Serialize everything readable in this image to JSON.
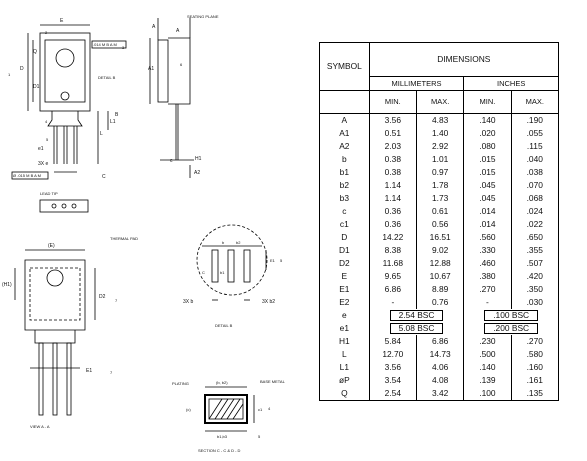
{
  "drawing": {
    "top_view": {
      "seating_plane": "SEATING PLANE",
      "detail_b_callout": "DETAIL B",
      "lead_tip_label": "LEAD TIP",
      "datum_a": "A",
      "datum_b": "B",
      "datum_c": "C",
      "label_q": "Q",
      "label_d": "D",
      "label_d1": "D1",
      "label_e": "E",
      "label_l": "L",
      "label_l1": "L1",
      "label_h1": "H1",
      "label_a": "A",
      "label_a1": "A1",
      "label_a2": "A2",
      "label_c": "c",
      "label_e1": "e1",
      "label_3xe": "3X e",
      "tol_1": "Ø .015 M B A M",
      "tol_2": ".014 M B A M",
      "flag_1": "1",
      "flag_2": "2",
      "flag_3": "3",
      "flag_4": "4",
      "flag_5": "5",
      "flag_6": "6",
      "flag_7": "7"
    },
    "view_a": {
      "thermal_pad": "THERMAL PAD",
      "label_e": "(E)",
      "label_h1": "(H1)",
      "label_d2": "D2",
      "label_e1": "E1",
      "caption": "VIEW A - A",
      "flag_7": "7"
    },
    "detail_b": {
      "label_c": "C",
      "label_b2": "b2",
      "label_b": "b",
      "label_e1": "E1",
      "label_b1": "b1",
      "label_3xb": "3X b",
      "label_3xb2": "3X b2",
      "caption": "DETAIL B",
      "flag_5": "5"
    },
    "section": {
      "plating": "PLATING",
      "base_metal": "BASE METAL",
      "label_b_b2": "(b, b2)",
      "label_c1": "c1",
      "label_c": "(c)",
      "label_b1_b3": "b1,b3",
      "caption": "SECTION C - C & D - D",
      "flag_4": "4",
      "flag_5": "5"
    }
  },
  "table": {
    "symbol_header": "SYMBOL",
    "dimensions_header": "DIMENSIONS",
    "mm_header": "MILLIMETERS",
    "in_header": "INCHES",
    "min_label": "MIN.",
    "max_label": "MAX.",
    "rows": [
      {
        "sym": "A",
        "mm_min": "3.56",
        "mm_max": "4.83",
        "in_min": ".140",
        "in_max": ".190"
      },
      {
        "sym": "A1",
        "mm_min": "0.51",
        "mm_max": "1.40",
        "in_min": ".020",
        "in_max": ".055"
      },
      {
        "sym": "A2",
        "mm_min": "2.03",
        "mm_max": "2.92",
        "in_min": ".080",
        "in_max": ".115"
      },
      {
        "sym": "b",
        "mm_min": "0.38",
        "mm_max": "1.01",
        "in_min": ".015",
        "in_max": ".040"
      },
      {
        "sym": "b1",
        "mm_min": "0.38",
        "mm_max": "0.97",
        "in_min": ".015",
        "in_max": ".038"
      },
      {
        "sym": "b2",
        "mm_min": "1.14",
        "mm_max": "1.78",
        "in_min": ".045",
        "in_max": ".070"
      },
      {
        "sym": "b3",
        "mm_min": "1.14",
        "mm_max": "1.73",
        "in_min": ".045",
        "in_max": ".068"
      },
      {
        "sym": "c",
        "mm_min": "0.36",
        "mm_max": "0.61",
        "in_min": ".014",
        "in_max": ".024"
      },
      {
        "sym": "c1",
        "mm_min": "0.36",
        "mm_max": "0.56",
        "in_min": ".014",
        "in_max": ".022"
      },
      {
        "sym": "D",
        "mm_min": "14.22",
        "mm_max": "16.51",
        "in_min": ".560",
        "in_max": ".650"
      },
      {
        "sym": "D1",
        "mm_min": "8.38",
        "mm_max": "9.02",
        "in_min": ".330",
        "in_max": ".355"
      },
      {
        "sym": "D2",
        "mm_min": "11.68",
        "mm_max": "12.88",
        "in_min": ".460",
        "in_max": ".507"
      },
      {
        "sym": "E",
        "mm_min": "9.65",
        "mm_max": "10.67",
        "in_min": ".380",
        "in_max": ".420"
      },
      {
        "sym": "E1",
        "mm_min": "6.86",
        "mm_max": "8.89",
        "in_min": ".270",
        "in_max": ".350"
      },
      {
        "sym": "E2",
        "mm_min": "-",
        "mm_max": "0.76",
        "in_min": "-",
        "in_max": ".030"
      }
    ],
    "bsc_rows": [
      {
        "sym": "e",
        "mm": "2.54 BSC",
        "in": ".100 BSC"
      },
      {
        "sym": "e1",
        "mm": "5.08 BSC",
        "in": ".200 BSC"
      }
    ],
    "rows2": [
      {
        "sym": "H1",
        "mm_min": "5.84",
        "mm_max": "6.86",
        "in_min": ".230",
        "in_max": ".270"
      },
      {
        "sym": "L",
        "mm_min": "12.70",
        "mm_max": "14.73",
        "in_min": ".500",
        "in_max": ".580"
      },
      {
        "sym": "L1",
        "mm_min": "3.56",
        "mm_max": "4.06",
        "in_min": ".140",
        "in_max": ".160"
      },
      {
        "sym": "øP",
        "mm_min": "3.54",
        "mm_max": "4.08",
        "in_min": ".139",
        "in_max": ".161"
      },
      {
        "sym": "Q",
        "mm_min": "2.54",
        "mm_max": "3.42",
        "in_min": ".100",
        "in_max": ".135"
      }
    ]
  }
}
